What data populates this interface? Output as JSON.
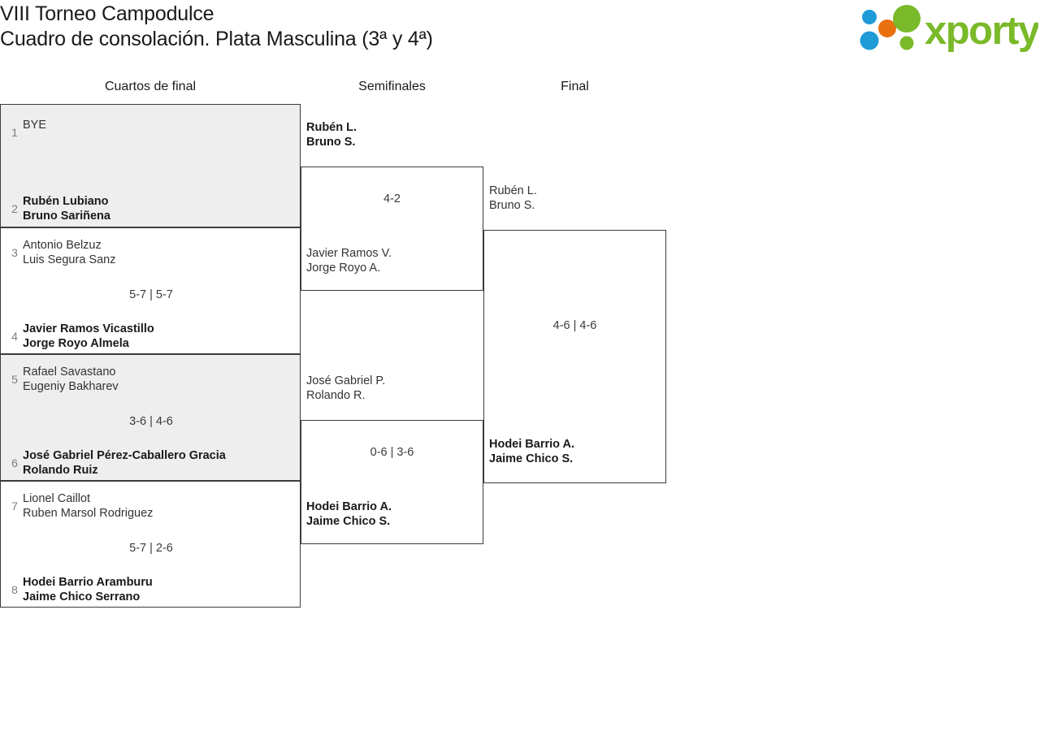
{
  "header": {
    "title_line1": "VIII Torneo Campodulce",
    "title_line2": "Cuadro de consolación. Plata Masculina (3ª y 4ª)",
    "logo_text": "xporty",
    "logo_colors": {
      "green": "#7ab929",
      "blue": "#1f9bd7",
      "orange": "#e8700f"
    }
  },
  "columns": {
    "quarterfinals": "Cuartos de final",
    "semifinals": "Semifinales",
    "final": "Final"
  },
  "rounds": {
    "quarterfinals": [
      {
        "seed_top": "1",
        "top_names": [
          "BYE"
        ],
        "top_winner": false,
        "seed_bottom": "2",
        "bottom_names": [
          "Rubén Lubiano",
          "Bruno Sariñena"
        ],
        "bottom_winner": true,
        "score": ""
      },
      {
        "seed_top": "3",
        "top_names": [
          "Antonio Belzuz",
          "Luis Segura Sanz"
        ],
        "top_winner": false,
        "seed_bottom": "4",
        "bottom_names": [
          "Javier Ramos Vicastillo",
          "Jorge Royo Almela"
        ],
        "bottom_winner": true,
        "score": "5-7 | 5-7"
      },
      {
        "seed_top": "5",
        "top_names": [
          "Rafael Savastano",
          "Eugeniy Bakharev"
        ],
        "top_winner": false,
        "seed_bottom": "6",
        "bottom_names": [
          "José Gabriel Pérez-Caballero Gracia",
          "Rolando Ruiz"
        ],
        "bottom_winner": true,
        "score": "3-6 | 4-6"
      },
      {
        "seed_top": "7",
        "top_names": [
          "Lionel Caillot",
          "Ruben Marsol Rodriguez"
        ],
        "top_winner": false,
        "seed_bottom": "8",
        "bottom_names": [
          "Hodei Barrio Aramburu",
          "Jaime Chico Serrano"
        ],
        "bottom_winner": true,
        "score": "5-7 | 2-6"
      }
    ],
    "semifinals": [
      {
        "top_names": [
          "Rubén L.",
          "Bruno S."
        ],
        "top_winner": true,
        "bottom_names": [
          "Javier Ramos V.",
          "Jorge Royo A."
        ],
        "bottom_winner": false,
        "score": "4-2"
      },
      {
        "top_names": [
          "José Gabriel P.",
          "Rolando R."
        ],
        "top_winner": false,
        "bottom_names": [
          "Hodei Barrio A.",
          "Jaime Chico S."
        ],
        "bottom_winner": true,
        "score": "0-6 | 3-6"
      }
    ],
    "final": [
      {
        "top_names": [
          "Rubén L.",
          "Bruno S."
        ],
        "top_winner": false,
        "bottom_names": [
          "Hodei Barrio A.",
          "Jaime Chico S."
        ],
        "bottom_winner": true,
        "score": "4-6 | 4-6"
      }
    ]
  }
}
